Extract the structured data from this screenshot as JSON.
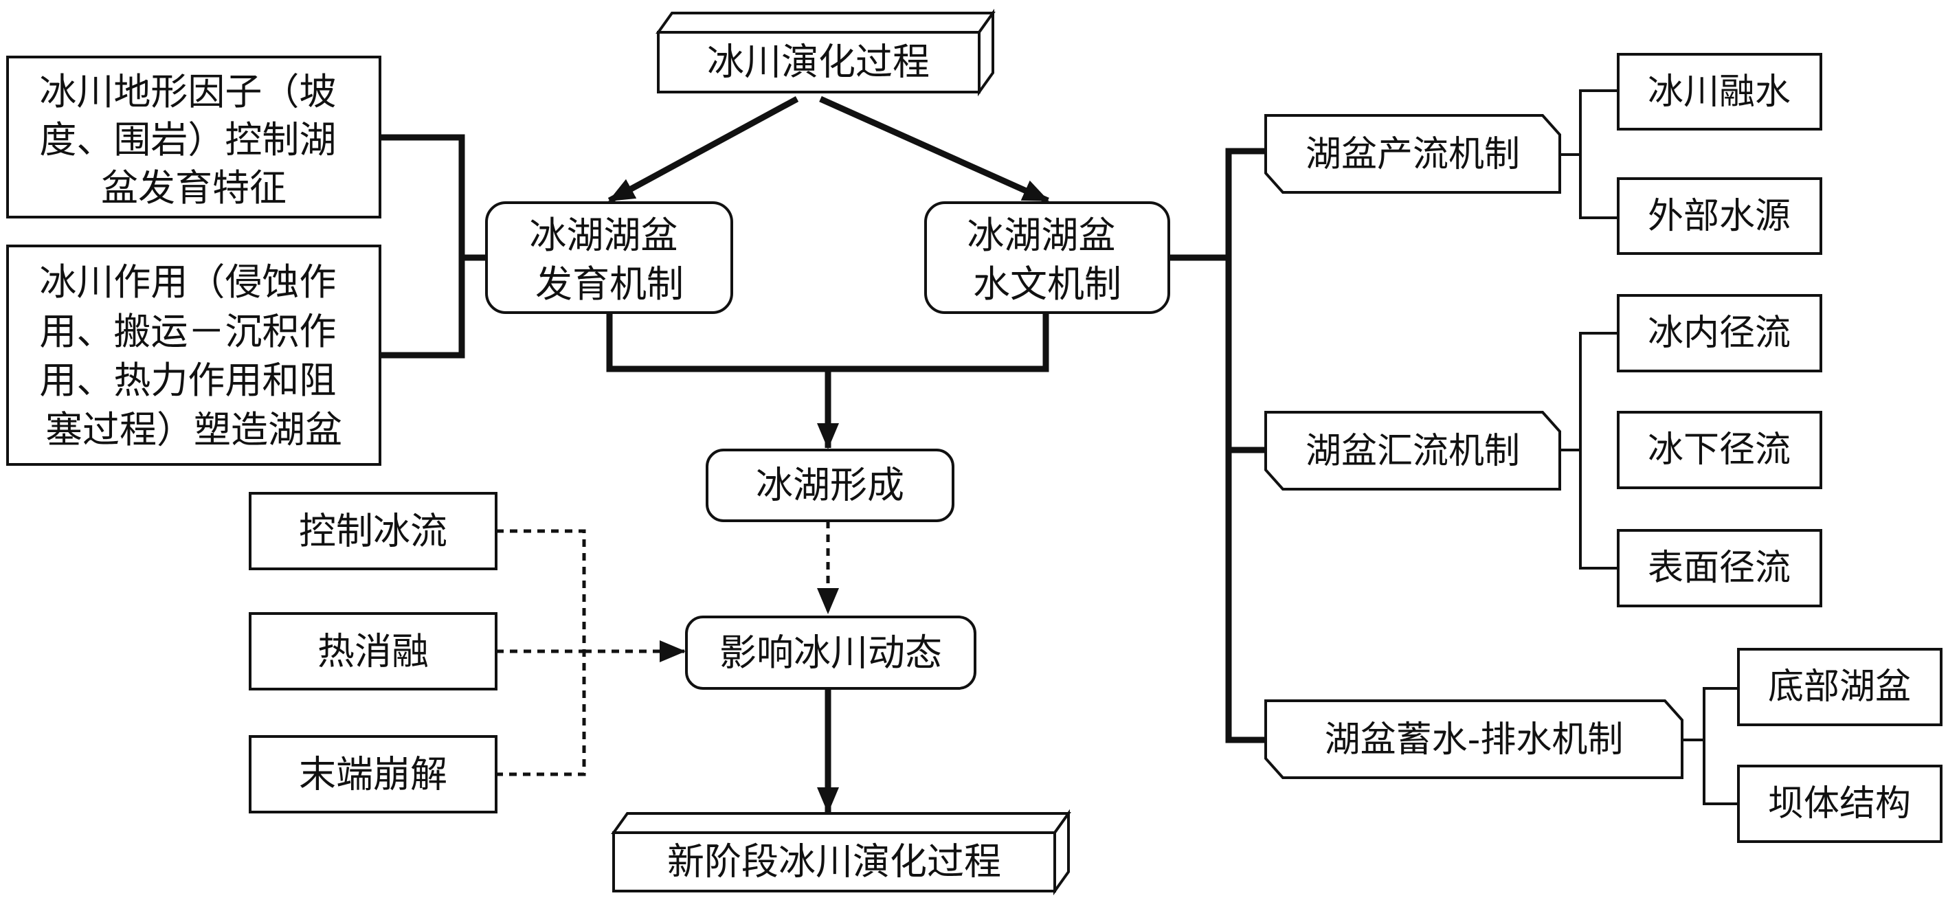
{
  "colors": {
    "stroke": "#111111",
    "fill": "#ffffff"
  },
  "nodes": {
    "top_process": "冰川演化过程",
    "basin_dev": [
      "冰湖湖盆",
      "发育机制"
    ],
    "hydro": [
      "冰湖湖盆",
      "水文机制"
    ],
    "terrain_factor": [
      "冰川地形因子（坡",
      "度、围岩）控制湖",
      "盆发育特征"
    ],
    "glacial_action": [
      "冰川作用（侵蚀作",
      "用、搬运－沉积作",
      "用、热力作用和阻",
      "塞过程）塑造湖盆"
    ],
    "lake_formation": "冰湖形成",
    "affect_dynamics": "影响冰川动态",
    "control_flow": "控制冰流",
    "thermal_melt": "热消融",
    "terminus_collapse": "末端崩解",
    "new_stage": "新阶段冰川演化过程",
    "runoff_mech": "湖盆产流机制",
    "glacier_melt": "冰川融水",
    "external_water": "外部水源",
    "confluence_mech": "湖盆汇流机制",
    "englacial": "冰内径流",
    "subglacial": "冰下径流",
    "surface_runoff": "表面径流",
    "storage_mech": "湖盆蓄水-排水机制",
    "bottom_basin": "底部湖盆",
    "dam_structure": "坝体结构"
  }
}
